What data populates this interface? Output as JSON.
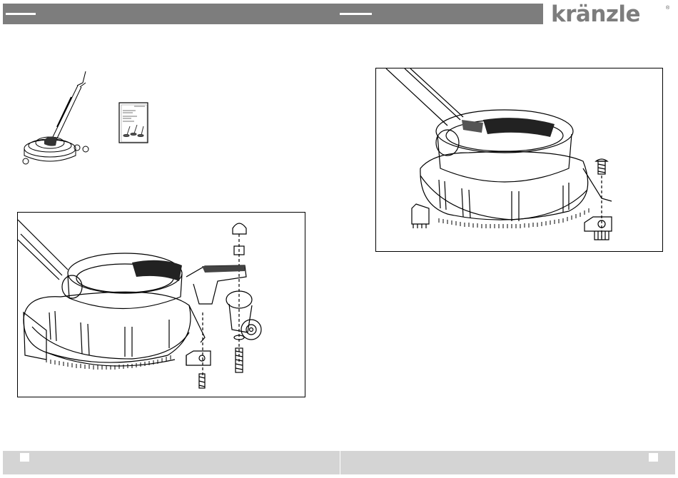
{
  "brand": {
    "logo_text": "kränzle",
    "registered_mark": "®"
  },
  "header": {
    "bar_color": "#7d7d7d"
  },
  "footer": {
    "bar_color": "#d4d4d4"
  },
  "figures": {
    "accessory_overview": {
      "icon": "surface-cleaner-icon"
    },
    "manual_booklet": {
      "icon": "manual-booklet-icon"
    },
    "castor_assembly": {
      "icon": "castor-wheel-assembly-diagram"
    },
    "castor_removal": {
      "icon": "castor-removal-diagram"
    }
  }
}
